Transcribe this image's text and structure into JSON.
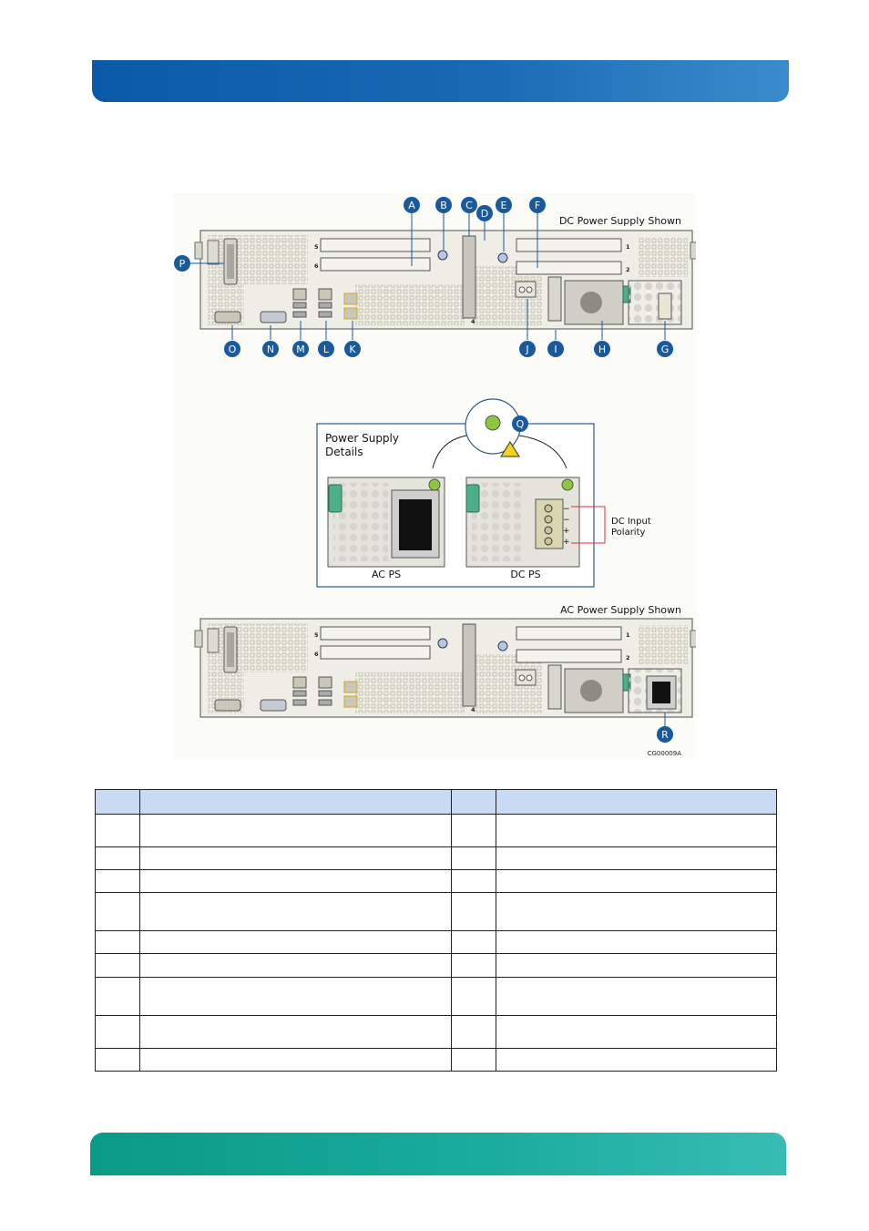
{
  "page": {
    "header_color": "#0a5aa8",
    "footer_color": "#11a597"
  },
  "figure": {
    "top_caption": "DC Power Supply Shown",
    "bottom_caption": "AC Power Supply Shown",
    "figure_id": "CG00009A",
    "slot_numbers": [
      "5",
      "6",
      "1",
      "2",
      "4"
    ],
    "callouts_top": [
      "A",
      "B",
      "C",
      "D",
      "E",
      "F",
      "P"
    ],
    "callouts_bottom": [
      "O",
      "N",
      "M",
      "L",
      "K",
      "J",
      "I",
      "H",
      "G"
    ],
    "callout_q": "Q",
    "callout_r": "R",
    "details": {
      "title_line1": "Power Supply",
      "title_line2": "Details",
      "ac_label": "AC PS",
      "dc_label": "DC PS",
      "polarity_line1": "DC Input",
      "polarity_line2": "Polarity",
      "polarity_signs": [
        "−",
        "−",
        "+",
        "+"
      ]
    },
    "colors": {
      "callout": "#1a5a9c",
      "handle": "#4caf8a",
      "warning": "#f2d21b",
      "led": "#8cc63f"
    }
  },
  "legend_table": {
    "header_color": "#c9daf4",
    "rows": 9
  }
}
